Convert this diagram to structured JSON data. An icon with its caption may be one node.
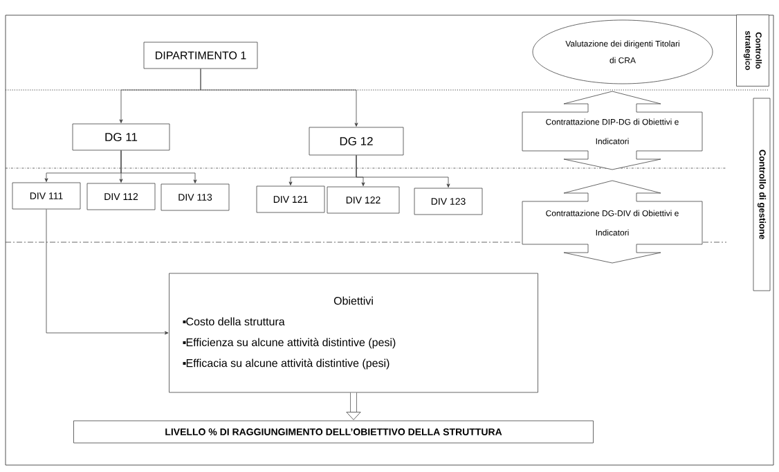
{
  "diagram": {
    "nodes": [
      {
        "text": [
          "DIPARTIMENTO 1"
        ]
      },
      {
        "text": [
          "Valutazione dei dirigenti Titolari di CRA"
        ]
      },
      {
        "text": [
          "Controllo strategico"
        ]
      },
      {
        "text": [
          "DG 11"
        ]
      },
      {
        "text": [
          "DG 12"
        ]
      },
      {
        "text": [
          "Contrattazione DIP-DG di Obiettivi e Indicatori"
        ]
      },
      {
        "text": [
          "Controllo di gestione"
        ]
      },
      {
        "text": [
          "DIV 111"
        ]
      },
      {
        "text": [
          "DIV 112"
        ]
      },
      {
        "text": [
          "DIV 113"
        ]
      },
      {
        "text": [
          "DIV 121"
        ]
      },
      {
        "text": [
          "DIV 122"
        ]
      },
      {
        "text": [
          "DIV 123"
        ]
      },
      {
        "text": [
          "Contrattazione DG-DIV di Obiettivi e Indicatori"
        ]
      },
      {
        "text": [
          "Obiettivi",
          "Costo della struttura",
          "Efficienza su alcune attività distintive (pesi)",
          "Efficacia su alcune attività distintive (pesi)"
        ]
      },
      {
        "text": [
          "LIVELLO % DI RAGGIUNGIMENTO DELL’OBIETTIVO DELLA STRUTTURA"
        ]
      }
    ],
    "edges": [
      {
        "from": 0,
        "to": 3,
        "arrow": "to"
      },
      {
        "from": 0,
        "to": 4,
        "arrow": "to"
      },
      {
        "from": 3,
        "to": 7,
        "arrow": "to"
      },
      {
        "from": 3,
        "to": 8,
        "arrow": "to"
      },
      {
        "from": 3,
        "to": 9,
        "arrow": "to"
      },
      {
        "from": 4,
        "to": 10,
        "arrow": "to"
      },
      {
        "from": 4,
        "to": 11,
        "arrow": "to"
      },
      {
        "from": 4,
        "to": 12,
        "arrow": "to"
      },
      {
        "from": 7,
        "to": 14,
        "arrow": "to"
      },
      {
        "from": 14,
        "to": 15,
        "arrow": "to",
        "style": "thick"
      }
    ]
  }
}
